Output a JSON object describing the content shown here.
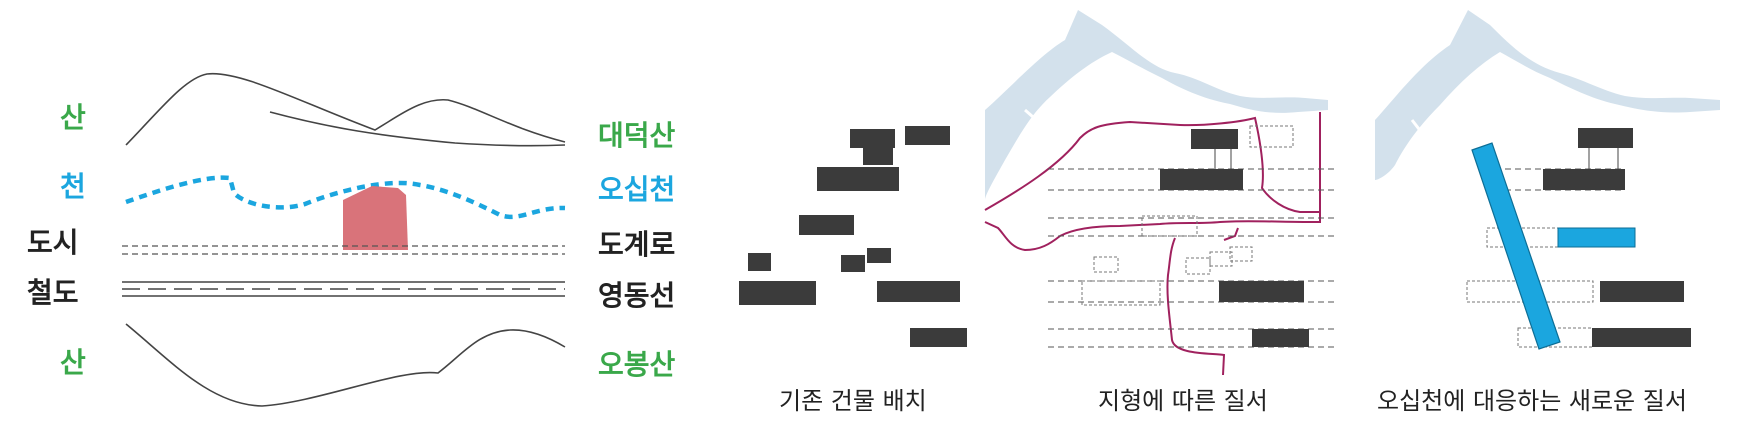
{
  "left_labels": {
    "mountain_top": "산",
    "stream": "천",
    "city": "도시",
    "railway": "철도",
    "mountain_bottom": "산"
  },
  "right_labels": {
    "mountain_top": "대덕산",
    "stream": "오십천",
    "road": "도계로",
    "railway": "영동선",
    "mountain_bottom": "오봉산"
  },
  "captions": {
    "panel_1": "기존 건물 배치",
    "panel_2": "지형에 따른 질서",
    "panel_3": "오십천에 대응하는 새로운 질서"
  },
  "colors": {
    "mountain_label": "#3aa84a",
    "stream": "#1ba6df",
    "site": "#d9737a",
    "building": "#3b3b3b",
    "river": "#d3e1ec",
    "contour": "#a0215e",
    "new_building": "#1ba6df"
  }
}
